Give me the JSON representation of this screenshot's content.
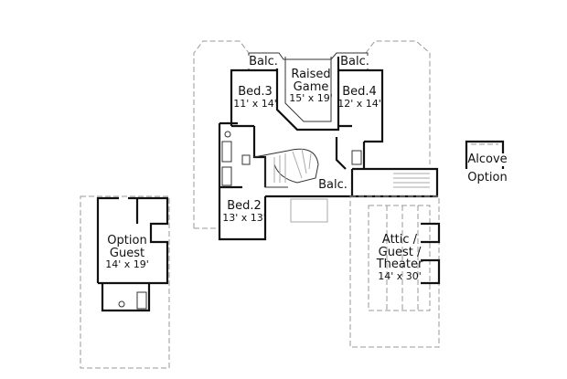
{
  "rooms": {
    "balc_left": {
      "name": "Balc."
    },
    "balc_right": {
      "name": "Balc."
    },
    "raised_game": {
      "name_line1": "Raised",
      "name_line2": "Game",
      "size": "15' x 19'"
    },
    "bed3": {
      "name": "Bed.3",
      "size": "11' x 14'"
    },
    "bed4": {
      "name": "Bed.4",
      "size": "12' x 14'"
    },
    "balc_center": {
      "name": "Balc."
    },
    "bed2": {
      "name": "Bed.2",
      "size": "13' x 13'"
    },
    "option_guest": {
      "name_line1": "Option",
      "name_line2": "Guest",
      "size": "14' x 19'"
    },
    "attic": {
      "name_line1": "Attic /",
      "name_line2": "Guest /",
      "name_line3": "Theater",
      "size": "14' x 30'"
    },
    "alcove": {
      "name": "Alcove",
      "option": "Option"
    }
  }
}
